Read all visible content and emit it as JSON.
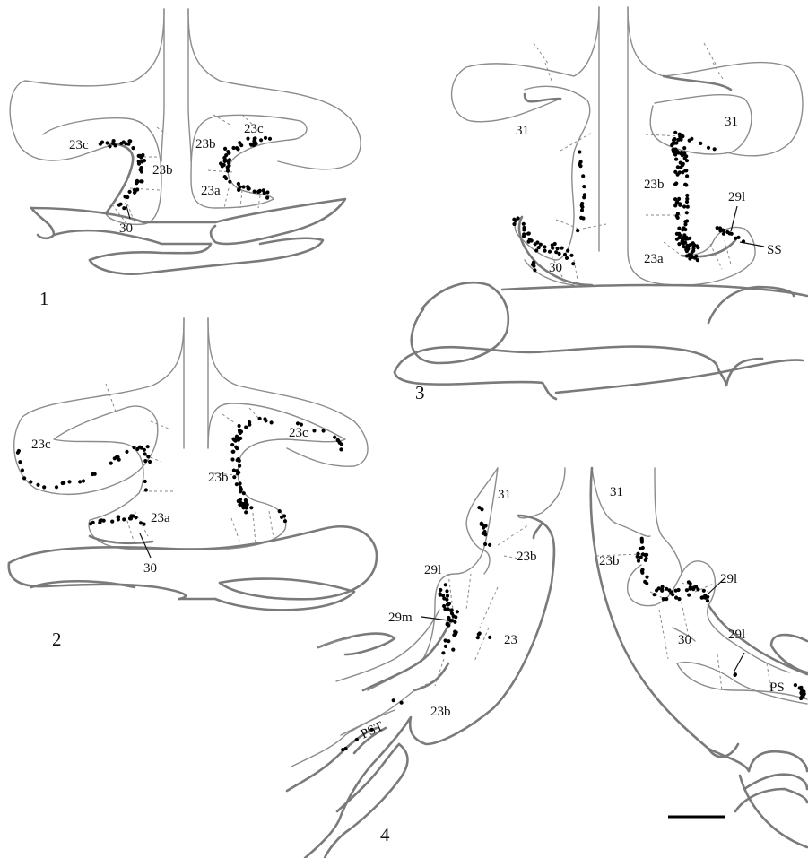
{
  "panels": [
    {
      "number": "1",
      "labels": [
        "23c",
        "23b",
        "23b",
        "23c",
        "23a",
        "30"
      ]
    },
    {
      "number": "2",
      "labels": [
        "23c",
        "23c",
        "23b",
        "23a",
        "30"
      ]
    },
    {
      "number": "3",
      "labels": [
        "31",
        "31",
        "23b",
        "29l",
        "SS",
        "23a",
        "30"
      ]
    },
    {
      "number": "4",
      "labels": [
        "31",
        "23b",
        "29l",
        "29m",
        "23",
        "23b",
        "PST",
        "31",
        "23b",
        "29l",
        "29l",
        "30",
        "PS"
      ]
    }
  ],
  "colors": {
    "outline": "#7a7a7a",
    "dots": "#000000",
    "labels": "#111111"
  }
}
